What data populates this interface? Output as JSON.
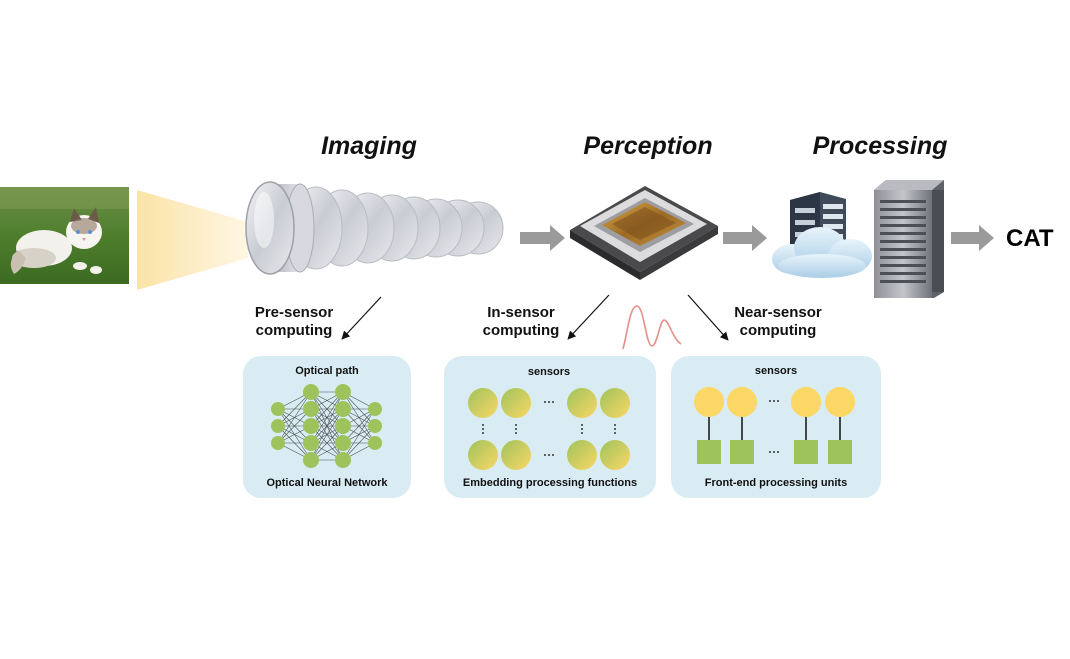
{
  "stages": {
    "imaging": "Imaging",
    "perception": "Perception",
    "processing": "Processing"
  },
  "output": "CAT",
  "computing": {
    "pre": {
      "line1": "Pre-sensor",
      "line2": "computing"
    },
    "in": {
      "line1": "In-sensor",
      "line2": "computing"
    },
    "near": {
      "line1": "Near-sensor",
      "line2": "computing"
    }
  },
  "panels": {
    "optical": {
      "title": "Optical path",
      "caption": "Optical Neural Network"
    },
    "in_sensor": {
      "title": "sensors",
      "caption": "Embedding processing functions"
    },
    "near_sensor": {
      "title": "sensors",
      "caption": "Front-end processing units"
    }
  },
  "colors": {
    "node_green": "#9ec35c",
    "sensor_yellow": "#fbd766",
    "processing_unit": "#9ec35c",
    "panel_bg": "#d9ecf3",
    "arrow_gray": "#9a9a9a",
    "signal_red": "#e48f86"
  }
}
